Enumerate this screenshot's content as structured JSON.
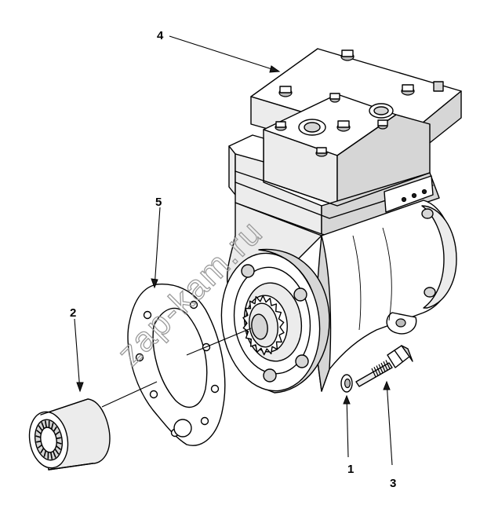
{
  "drawing": {
    "callouts": [
      {
        "id": "callout-1",
        "label": "1"
      },
      {
        "id": "callout-2",
        "label": "2"
      },
      {
        "id": "callout-3",
        "label": "3"
      },
      {
        "id": "callout-4",
        "label": "4"
      },
      {
        "id": "callout-5",
        "label": "5"
      }
    ],
    "watermark": "zap-kam.ru",
    "colors": {
      "line": "#000000",
      "background": "#ffffff",
      "watermark": "#9a9a9a"
    }
  }
}
